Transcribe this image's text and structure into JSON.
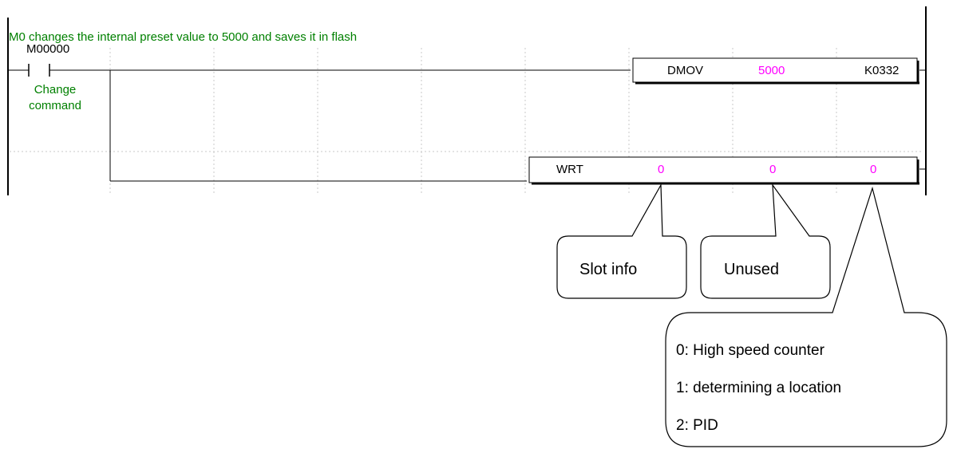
{
  "colors": {
    "comment": "#008000",
    "param": "#ff00ff",
    "grid": "#c8c8c8",
    "line": "#000000"
  },
  "rung_comment": "M0 changes the internal preset value to 5000 and saves it in flash",
  "contact": {
    "address": "M00000",
    "description_line1": "Change",
    "description_line2": "command"
  },
  "dmov": {
    "instruction": "DMOV",
    "operand1": "5000",
    "operand2": "K0332"
  },
  "wrt": {
    "instruction": "WRT",
    "operand1": "0",
    "operand2": "0",
    "operand3": "0"
  },
  "callouts": {
    "slot_info": "Slot info",
    "unused": "Unused",
    "type_items": [
      "0: High speed counter",
      "1: determining a location",
      "2: PID"
    ]
  }
}
